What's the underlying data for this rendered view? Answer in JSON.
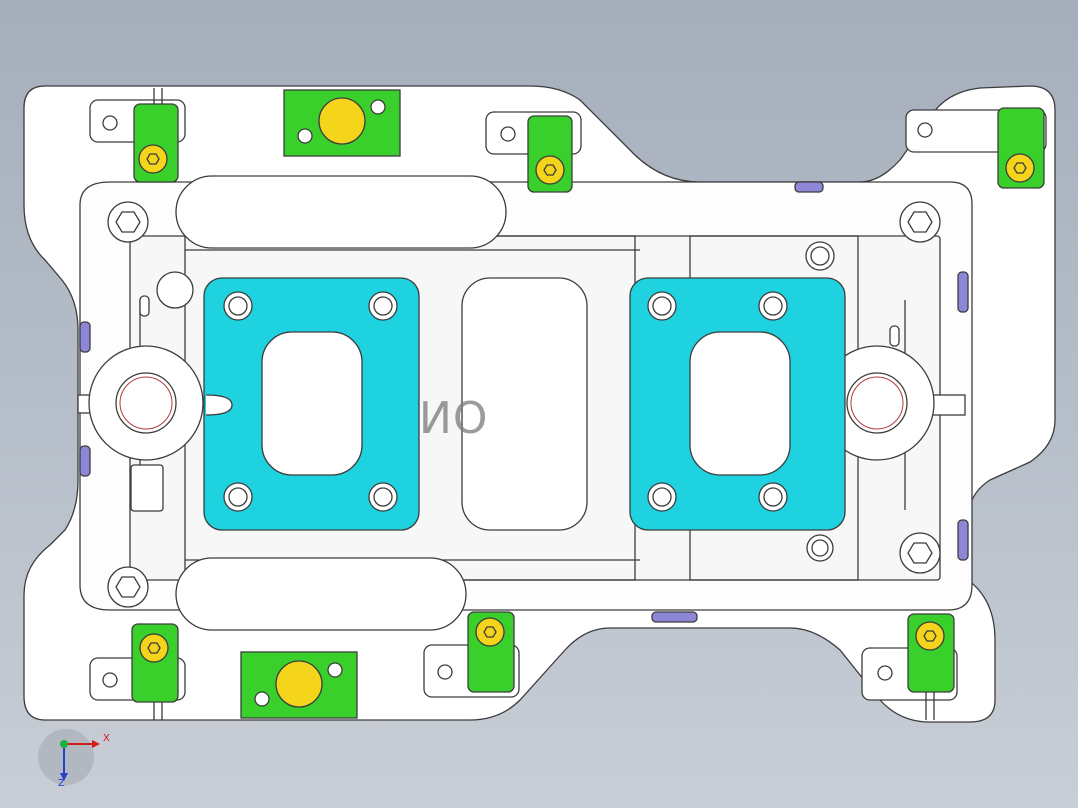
{
  "axis_labels": {
    "x": "X",
    "z": "Z"
  },
  "part_marking": "ON",
  "colors": {
    "plate": "#ffffff",
    "outline": "#3c3c3c",
    "clamp_pad": "#1fd2e0",
    "locator_block": "#39d02c",
    "pin": "#f5d41c",
    "slot_insert": "#8e86d6",
    "background": "#aeb6c2"
  }
}
